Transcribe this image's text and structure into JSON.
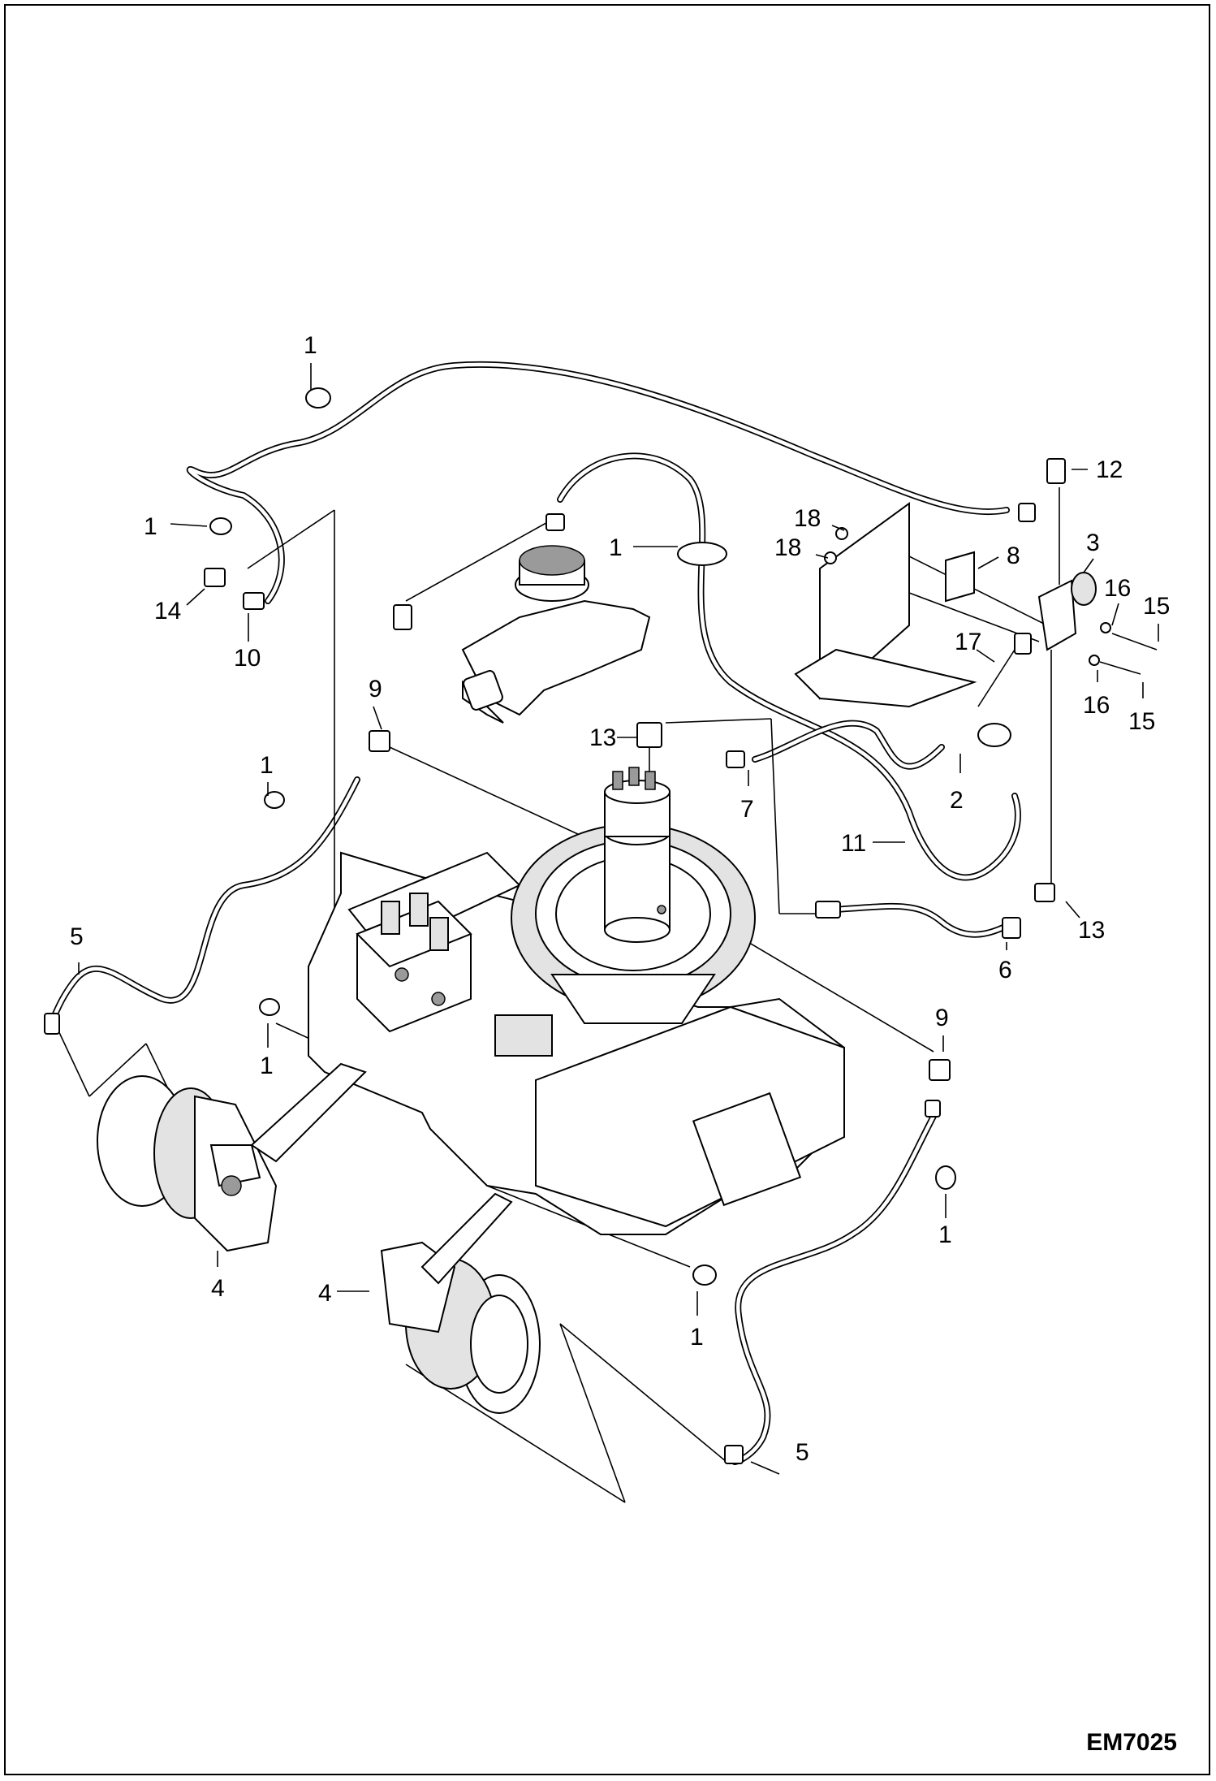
{
  "drawing_code": "EM7025",
  "callouts": [
    {
      "id": "c1a",
      "text": "1"
    },
    {
      "id": "c1b",
      "text": "1"
    },
    {
      "id": "c1c",
      "text": "1"
    },
    {
      "id": "c1d",
      "text": "1"
    },
    {
      "id": "c1e",
      "text": "1"
    },
    {
      "id": "c1f",
      "text": "1"
    },
    {
      "id": "c1g",
      "text": "1"
    },
    {
      "id": "c2",
      "text": "2"
    },
    {
      "id": "c3",
      "text": "3"
    },
    {
      "id": "c4a",
      "text": "4"
    },
    {
      "id": "c4b",
      "text": "4"
    },
    {
      "id": "c5a",
      "text": "5"
    },
    {
      "id": "c5b",
      "text": "5"
    },
    {
      "id": "c6",
      "text": "6"
    },
    {
      "id": "c7",
      "text": "7"
    },
    {
      "id": "c8",
      "text": "8"
    },
    {
      "id": "c9a",
      "text": "9"
    },
    {
      "id": "c9b",
      "text": "9"
    },
    {
      "id": "c10",
      "text": "10"
    },
    {
      "id": "c11",
      "text": "11"
    },
    {
      "id": "c12",
      "text": "12"
    },
    {
      "id": "c13a",
      "text": "13"
    },
    {
      "id": "c13b",
      "text": "13"
    },
    {
      "id": "c14",
      "text": "14"
    },
    {
      "id": "c15a",
      "text": "15"
    },
    {
      "id": "c15b",
      "text": "15"
    },
    {
      "id": "c16a",
      "text": "16"
    },
    {
      "id": "c16b",
      "text": "16"
    },
    {
      "id": "c17",
      "text": "17"
    },
    {
      "id": "c18a",
      "text": "18"
    },
    {
      "id": "c18b",
      "text": "18"
    }
  ]
}
